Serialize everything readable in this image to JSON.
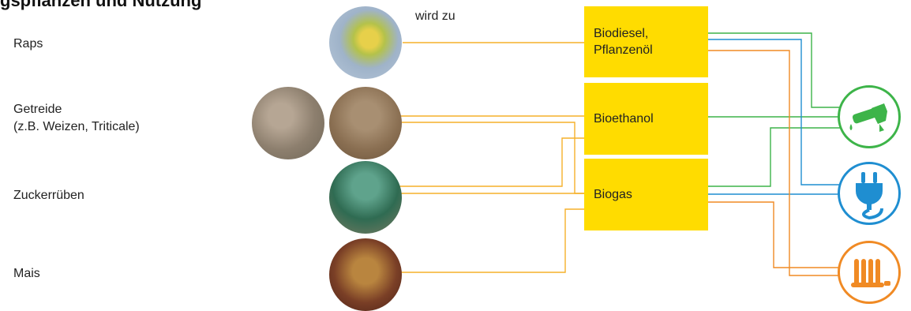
{
  "title": "gspflanzen und Nutzung",
  "crops": [
    {
      "label": "Raps"
    },
    {
      "label": "Getreide\n(z.B. Weizen, Triticale)"
    },
    {
      "label": "Zuckerrüben"
    },
    {
      "label": "Mais"
    }
  ],
  "wird_zu": "wird zu",
  "products": [
    {
      "label": "Biodiesel,\nPflanzenöl"
    },
    {
      "label": "Bioethanol"
    },
    {
      "label": "Biogas"
    }
  ],
  "uses": [
    {
      "icon": "fuel-pump-icon",
      "color": "#3db449"
    },
    {
      "icon": "power-plug-icon",
      "color": "#1f8ed1"
    },
    {
      "icon": "radiator-icon",
      "color": "#f08a24"
    }
  ],
  "colors": {
    "product_box": "#ffdc00",
    "crop_lines": "#f6b02a",
    "fuel": "#3db449",
    "electricity": "#1f8ed1",
    "heat": "#f08a24"
  }
}
